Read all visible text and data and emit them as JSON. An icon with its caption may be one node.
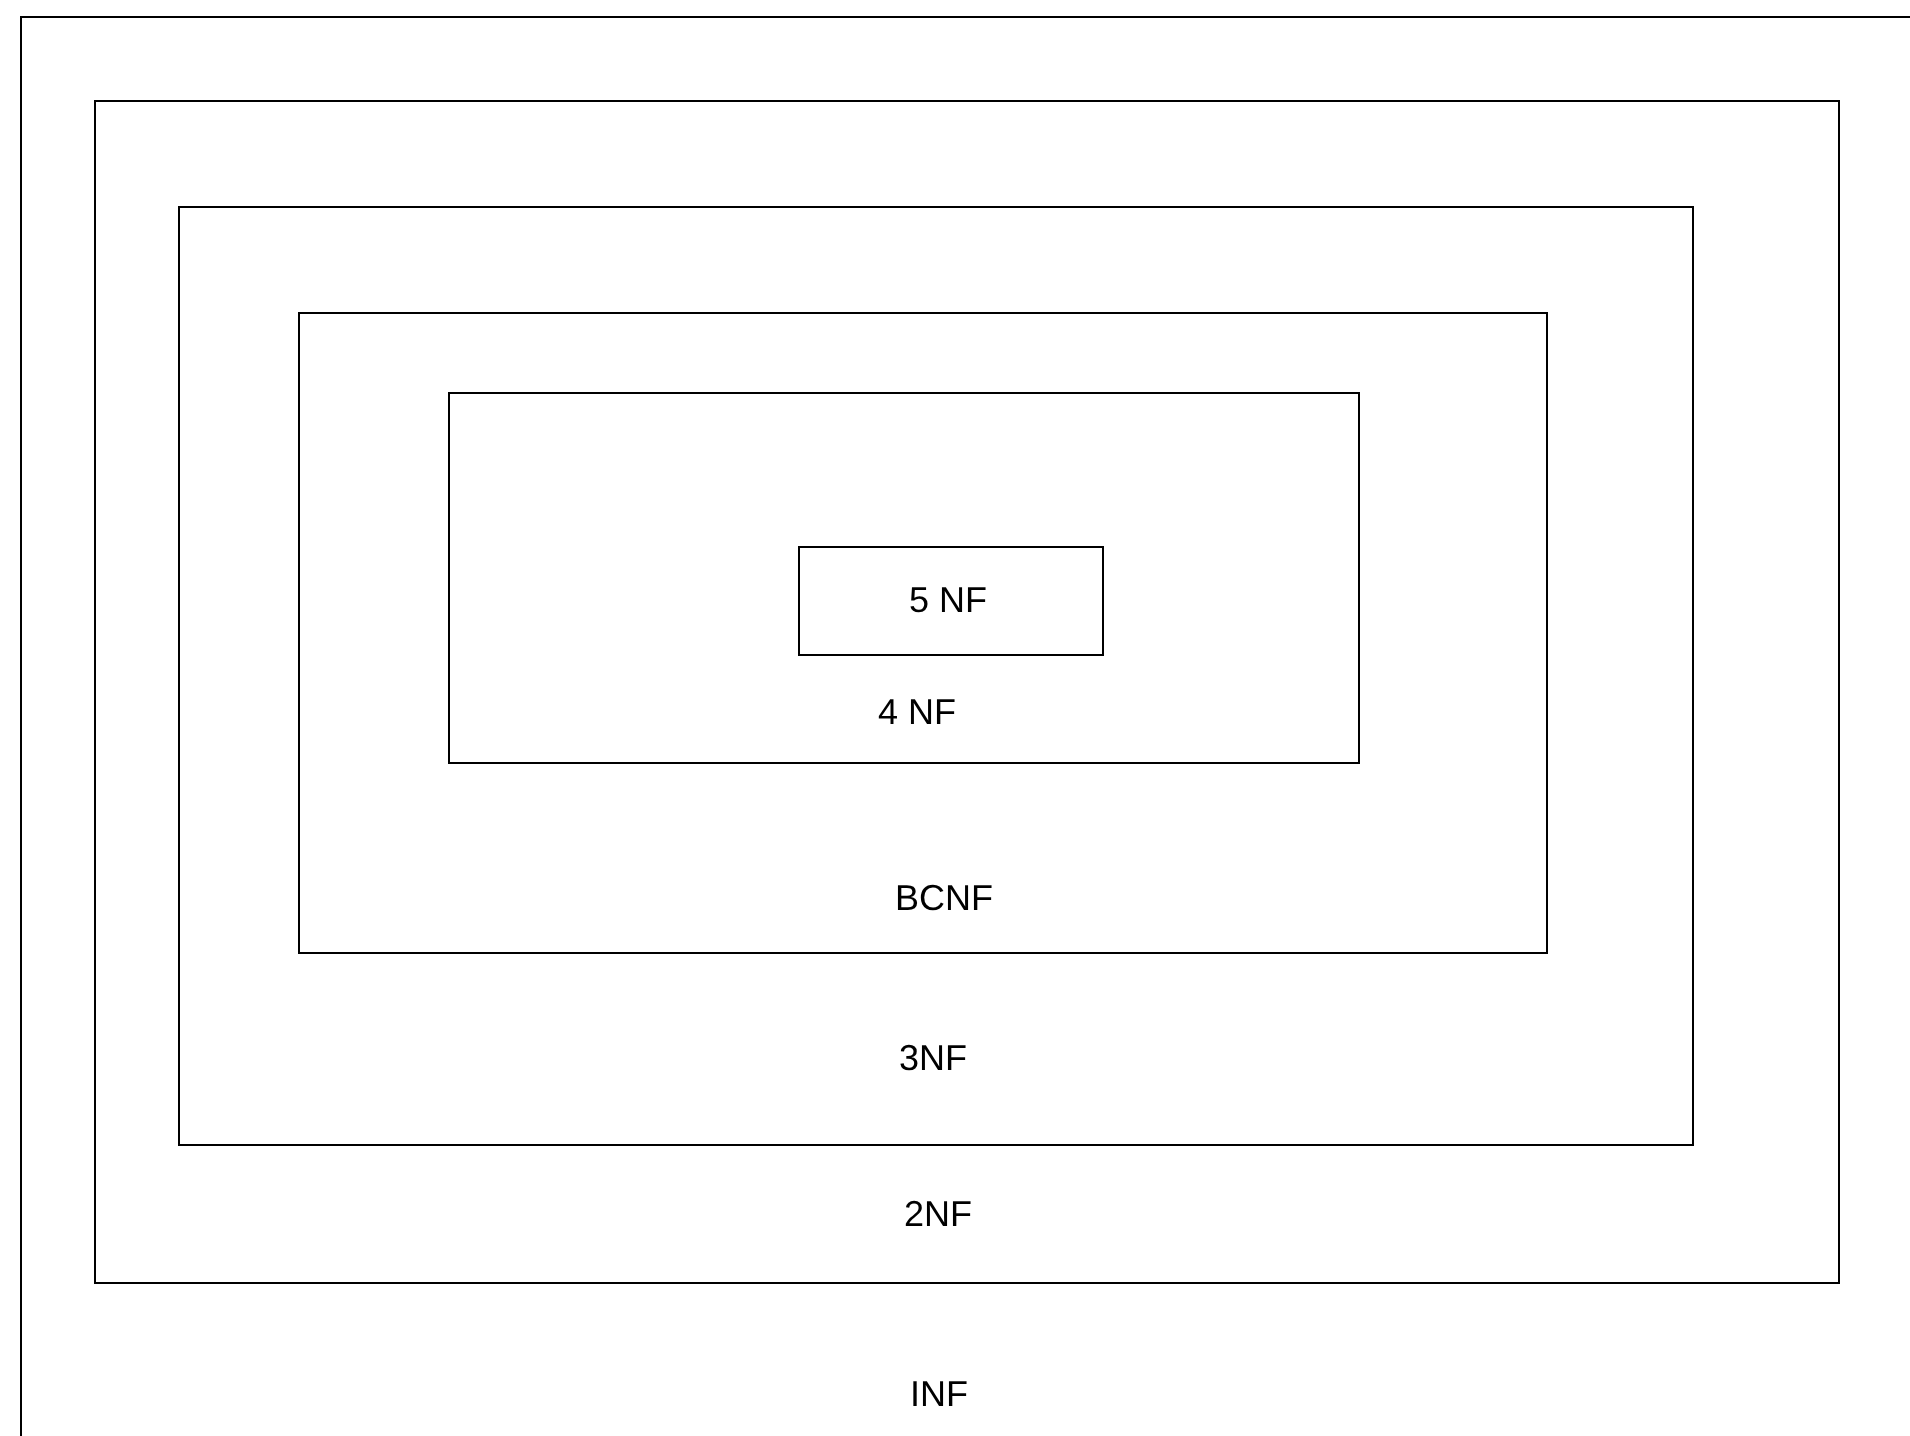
{
  "diagram": {
    "nodes": [
      {
        "text": [
          "INF"
        ]
      },
      {
        "text": [
          "2NF"
        ],
        "in": 0
      },
      {
        "text": [
          "3NF"
        ],
        "in": 1
      },
      {
        "text": [
          "BCNF"
        ],
        "in": 2
      },
      {
        "text": [
          "4 NF"
        ],
        "in": 3
      },
      {
        "text": [
          "5 NF"
        ],
        "in": 4
      }
    ]
  }
}
